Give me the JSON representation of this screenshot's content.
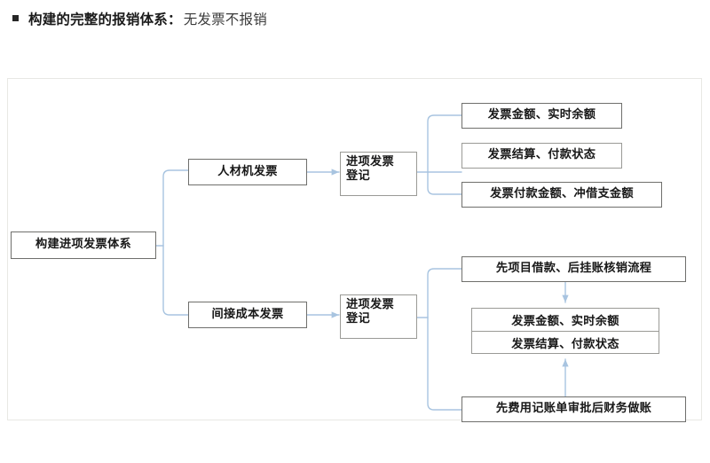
{
  "heading": {
    "bullet_icon": "square-bullet-icon",
    "title": "构建的完整的报销体系：",
    "subtitle": "无发票不报销"
  },
  "colors": {
    "node_border": "#9a9a96",
    "node_border_heavy": "#6f6f6c",
    "connector": "#a8c4e0",
    "frame_border": "#e8e8e4",
    "text": "#181818",
    "heading_text": "#1a1a1a",
    "heading_sub_text": "#3b3b3b",
    "background": "#ffffff"
  },
  "diagram": {
    "type": "tree-flowchart",
    "root": {
      "label": "构建进项发票体系"
    },
    "branches": [
      {
        "category": {
          "label": "人材机发票"
        },
        "process": {
          "line1": "进项发票",
          "line2": "登记"
        },
        "outputs": [
          {
            "label": "发票金额、实时余额"
          },
          {
            "label": "发票结算、付款状态"
          },
          {
            "label": "发票付款金额、冲借支金额"
          }
        ]
      },
      {
        "category": {
          "label": "间接成本发票"
        },
        "process": {
          "line1": "进项发票",
          "line2": "登记"
        },
        "outputs": [
          {
            "label": "先项目借款、后挂账核销流程"
          },
          {
            "label": "先费用记账单审批后财务做账"
          }
        ],
        "shared_result": {
          "rows": [
            {
              "label": "发票金额、实时余额"
            },
            {
              "label": "发票结算、付款状态"
            }
          ]
        }
      }
    ]
  }
}
